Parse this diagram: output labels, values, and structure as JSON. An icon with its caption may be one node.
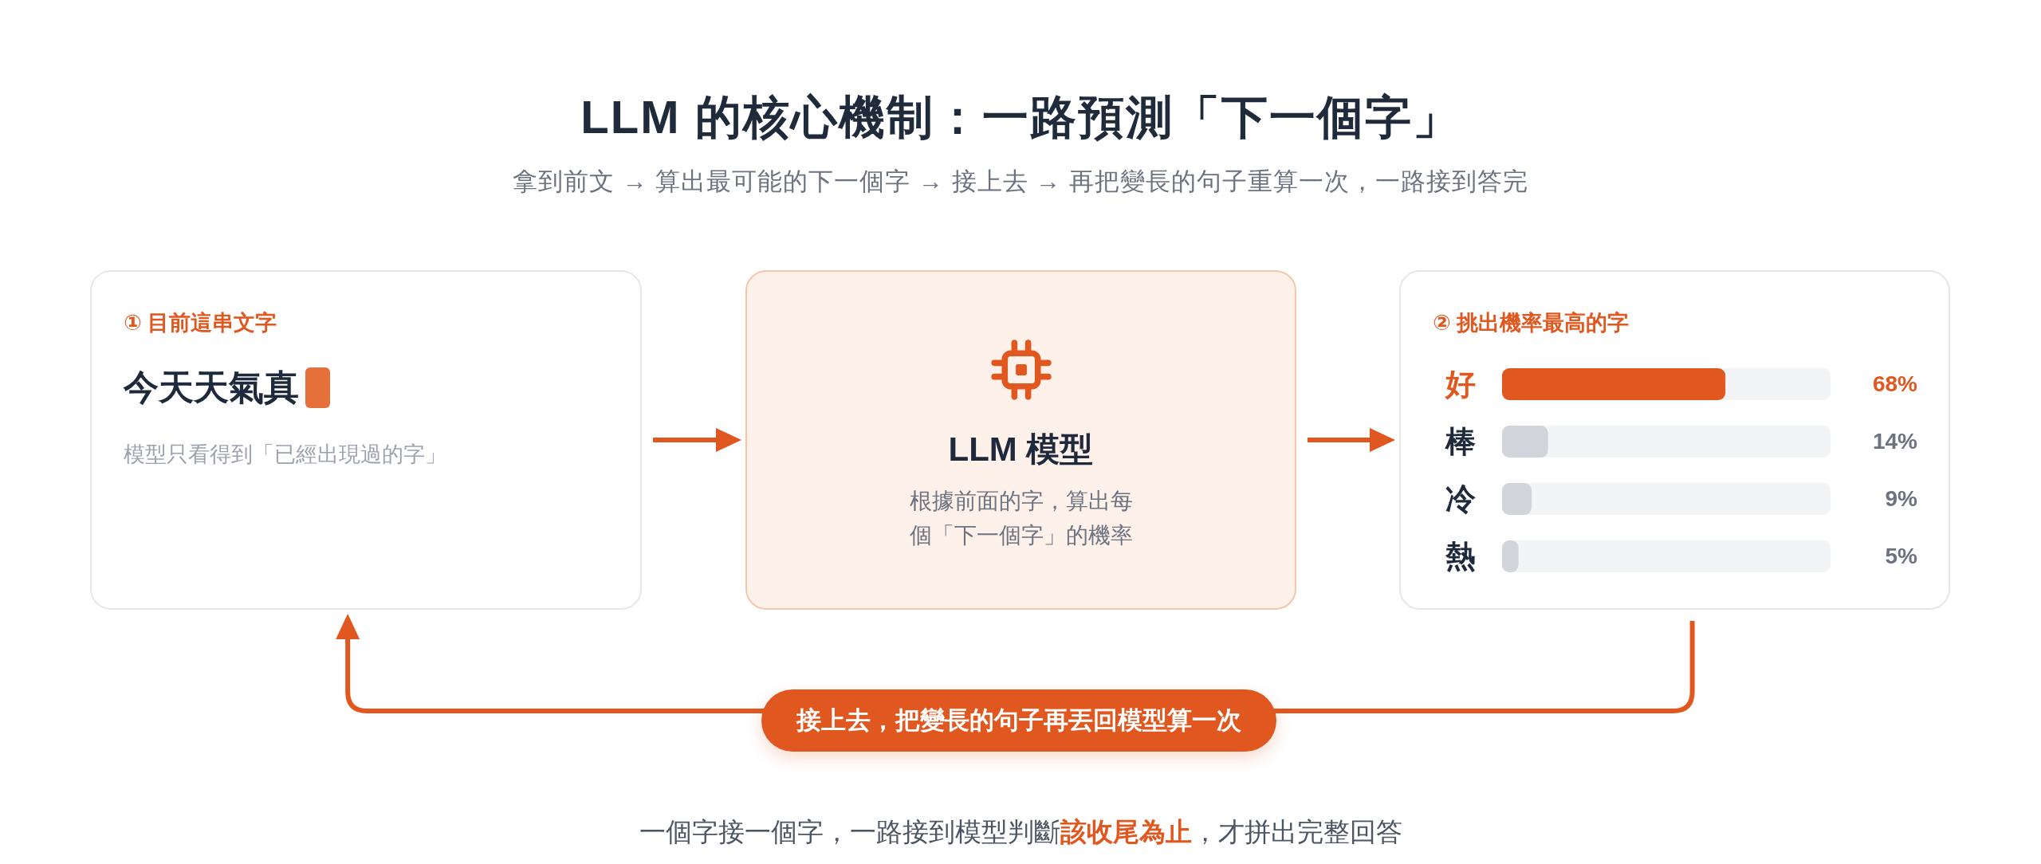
{
  "diagram": {
    "title": "LLM 的核心機制：一路預測「下一個字」",
    "caption": "一個字接一個字，一路接到模型判斷**該收尾為止**，才拼出完整回答",
    "nodes": [
      {
        "text": [
          "① 目前這串文字",
          "今天天氣真",
          "模型只看得到「已經出現過的字」"
        ]
      },
      {
        "text": [
          "LLM 模型",
          "根據前面的字，算出每個「下一個字」的機率"
        ]
      },
      {
        "text": [
          "② 挑出機率最高的字",
          "好",
          "68%",
          "棒",
          "14%",
          "冷",
          "9%",
          "熱",
          "5%"
        ]
      }
    ],
    "edges": [
      {
        "from": 0,
        "to": 1,
        "arrow": "to"
      },
      {
        "from": 1,
        "to": 2,
        "arrow": "to"
      },
      {
        "from": 2,
        "to": 0,
        "arrow": "to",
        "label": "接上去，把變長的句子再丟回模型算一次"
      }
    ],
    "labels": [
      "拿到前文 → 算出最可能的下一個字 → 接上去 → 再把變長的句子重算一次，一路接到答完"
    ]
  }
}
